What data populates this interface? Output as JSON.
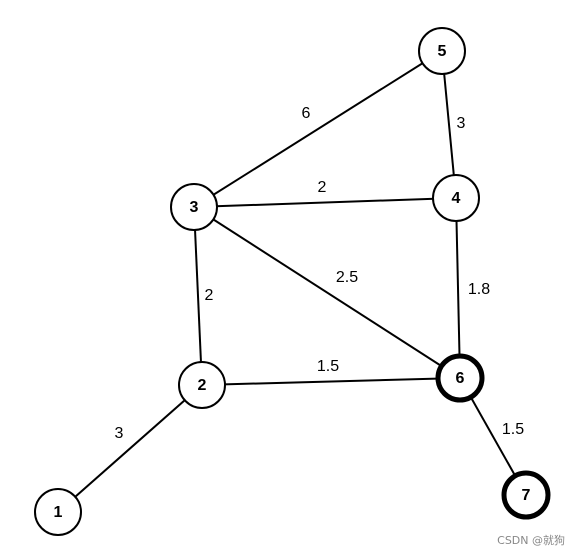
{
  "graph": {
    "nodes": [
      {
        "id": "1",
        "label": "1",
        "highlighted": false
      },
      {
        "id": "2",
        "label": "2",
        "highlighted": false
      },
      {
        "id": "3",
        "label": "3",
        "highlighted": false
      },
      {
        "id": "4",
        "label": "4",
        "highlighted": false
      },
      {
        "id": "5",
        "label": "5",
        "highlighted": false
      },
      {
        "id": "6",
        "label": "6",
        "highlighted": true
      },
      {
        "id": "7",
        "label": "7",
        "highlighted": true
      }
    ],
    "edges": [
      {
        "from": "1",
        "to": "2",
        "weight": "3"
      },
      {
        "from": "2",
        "to": "3",
        "weight": "2"
      },
      {
        "from": "2",
        "to": "6",
        "weight": "1.5"
      },
      {
        "from": "3",
        "to": "5",
        "weight": "6"
      },
      {
        "from": "3",
        "to": "4",
        "weight": "2"
      },
      {
        "from": "3",
        "to": "6",
        "weight": "2.5"
      },
      {
        "from": "5",
        "to": "4",
        "weight": "3"
      },
      {
        "from": "4",
        "to": "6",
        "weight": "1.8"
      },
      {
        "from": "6",
        "to": "7",
        "weight": "1.5"
      }
    ]
  },
  "watermark": "CSDN @就狗"
}
